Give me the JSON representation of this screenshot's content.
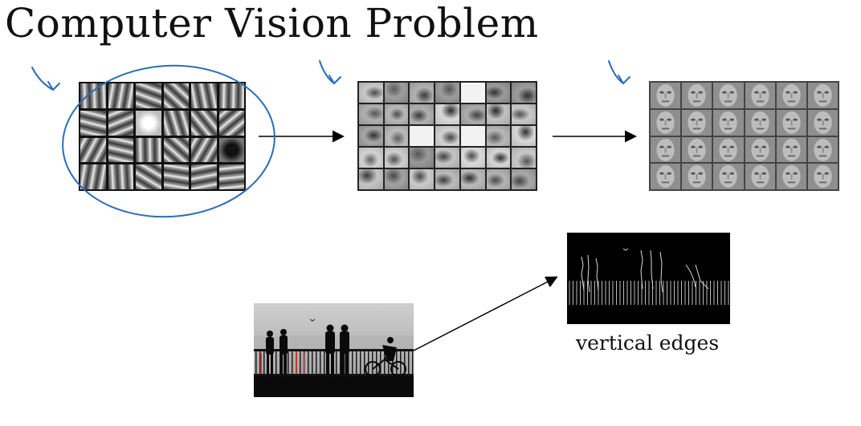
{
  "slide": {
    "title": "Computer Vision Problem",
    "caption": "vertical edges"
  },
  "colors": {
    "ink": "#2a6db6",
    "arrow": "#000000",
    "edge_panel_bg": "#111111",
    "face_panel_bg": "#9a9a9a",
    "filter_panel_bg": "#1a1a1a"
  },
  "panels": {
    "edge_filters": {
      "rows": 4,
      "cols": 6,
      "description_icon": "edge-filter-grid"
    },
    "face_parts": {
      "rows": 5,
      "cols": 7,
      "description_icon": "face-part-grid"
    },
    "faces": {
      "rows": 4,
      "cols": 6,
      "description_icon": "face-grid"
    }
  }
}
